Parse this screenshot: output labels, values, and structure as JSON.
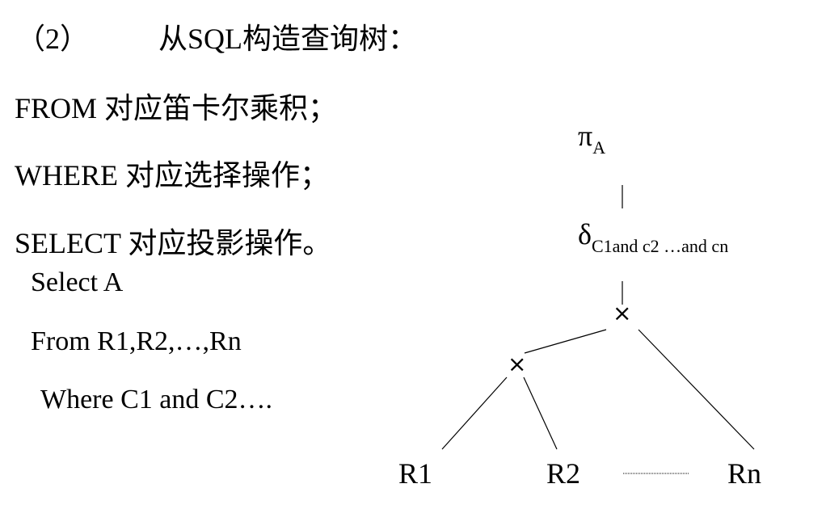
{
  "heading": {
    "number": "（2）",
    "title": "从SQL构造查询树："
  },
  "rules": [
    "FROM 对应笛卡尔乘积；",
    "WHERE 对应选择操作；",
    "SELECT 对应投影操作。"
  ],
  "sql": [
    "Select  A",
    "From R1,R2,…,Rn",
    "Where C1 and C2…."
  ],
  "tree": {
    "projection": {
      "symbol": "π",
      "subscript": "A"
    },
    "selection": {
      "symbol": "δ",
      "subscript": "C1and c2 …and cn"
    },
    "product_symbol": "×",
    "leaves": [
      "R1",
      "R2",
      "Rn"
    ]
  }
}
